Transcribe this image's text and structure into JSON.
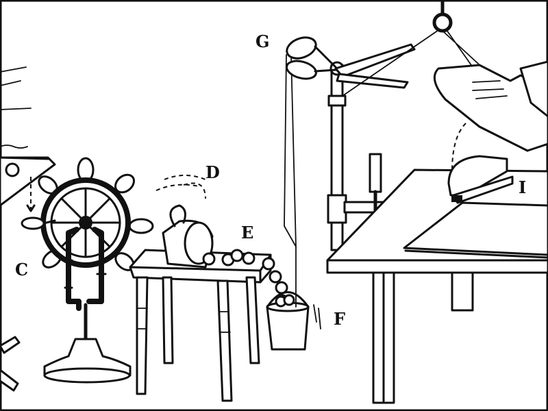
{
  "labels": {
    "c": "C",
    "d": "D",
    "e": "E",
    "f": "F",
    "g": "G",
    "i": "I"
  },
  "colors": {
    "ink": "#111111",
    "paper": "#ffffff"
  }
}
